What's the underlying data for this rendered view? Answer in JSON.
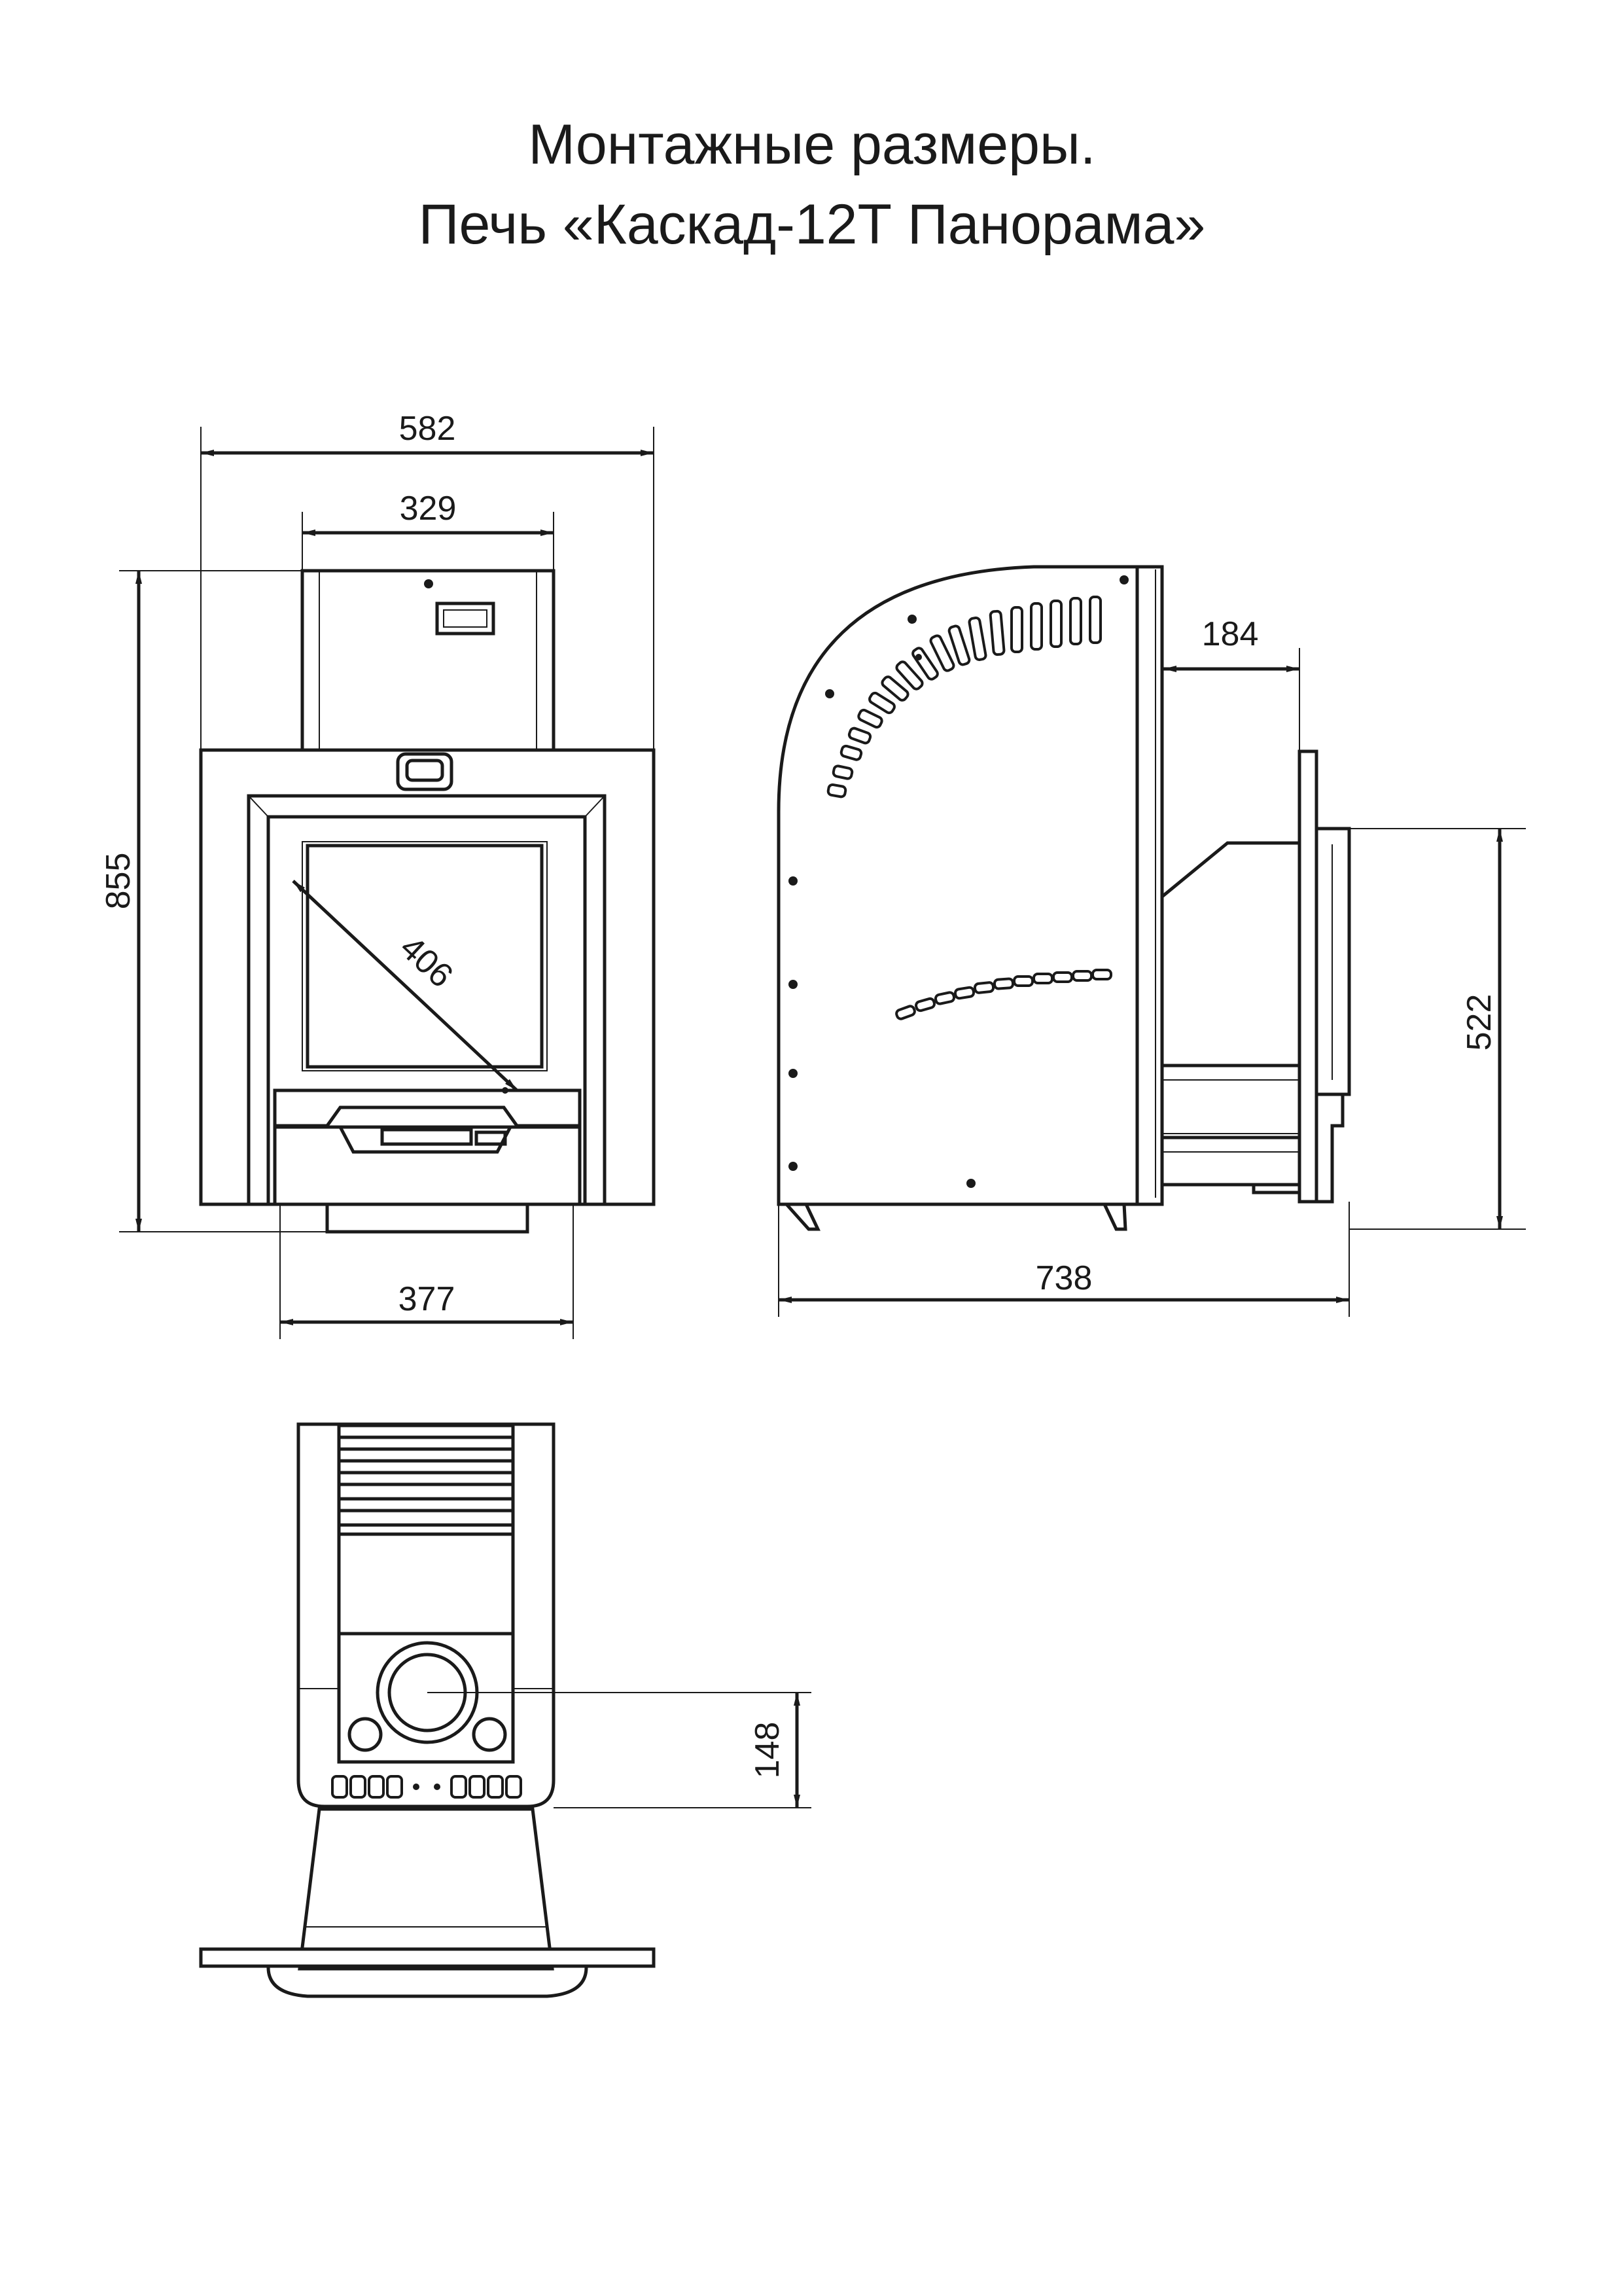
{
  "title": {
    "line1": "Монтажные размеры.",
    "line2": "Печь «Каскад-12Т Панорама»"
  },
  "dimensions": {
    "front_width": "582",
    "chimney_width": "329",
    "total_height": "855",
    "glass_diagonal": "406",
    "base_width": "377",
    "depth_extension": "184",
    "tunnel_height": "522",
    "total_depth": "738",
    "top_offset": "148"
  }
}
